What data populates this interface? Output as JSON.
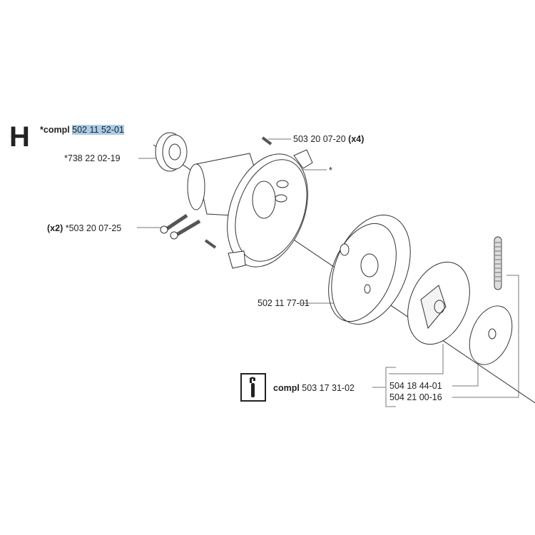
{
  "section": {
    "letter": "H"
  },
  "header": {
    "prefix": "*compl",
    "part_number": "502 11 52-01",
    "highlight_color": "#a9cde6"
  },
  "labels": {
    "bearing": "*738 22 02-19",
    "screw_top": "503 20 07-20",
    "screw_top_qty": "(x4)",
    "asterisk": "*",
    "screw_side_qty": "(x2)",
    "screw_side": "*503 20 07-25",
    "clutch_drum": "502 11 77-01",
    "kit_prefix": "compl",
    "kit_number": "503 17 31-02",
    "clutch_shoe": "504 18 44-01",
    "spring": "504 21 00-16"
  },
  "icons": {
    "tool": "wrench-icon"
  }
}
